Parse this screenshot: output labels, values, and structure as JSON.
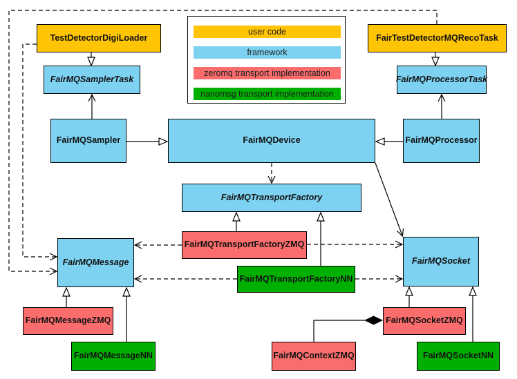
{
  "colors": {
    "user_code": "#FFC505",
    "framework": "#7DD2F2",
    "zeromq": "#FB6D6D",
    "nanomsg": "#00B000",
    "line": "#000000",
    "background": "#FFFFFF"
  },
  "legend": {
    "items": [
      {
        "label": "user code",
        "color_key": "user_code"
      },
      {
        "label": "framework",
        "color_key": "framework"
      },
      {
        "label": "zeromq transport implementation",
        "color_key": "zeromq"
      },
      {
        "label": "nanomsg transport implementation",
        "color_key": "nanomsg"
      }
    ]
  },
  "nodes": {
    "testDetectorDigiLoader": {
      "label": "TestDetectorDigiLoader",
      "category": "user_code",
      "abstract": false
    },
    "fairTestDetectorMQRecoTask": {
      "label": "FairTestDetectorMQRecoTask",
      "category": "user_code",
      "abstract": false
    },
    "fairMQSamplerTask": {
      "label": "FairMQSamplerTask",
      "category": "framework",
      "abstract": true
    },
    "fairMQProcessorTask": {
      "label": "FairMQProcessorTask",
      "category": "framework",
      "abstract": true
    },
    "fairMQSampler": {
      "label": "FairMQSampler",
      "category": "framework",
      "abstract": false
    },
    "fairMQDevice": {
      "label": "FairMQDevice",
      "category": "framework",
      "abstract": false
    },
    "fairMQProcessor": {
      "label": "FairMQProcessor",
      "category": "framework",
      "abstract": false
    },
    "fairMQTransportFactory": {
      "label": "FairMQTransportFactory",
      "category": "framework",
      "abstract": true
    },
    "fairMQTransportFactoryZMQ": {
      "label": "FairMQTransportFactoryZMQ",
      "category": "zeromq",
      "abstract": false
    },
    "fairMQTransportFactoryNN": {
      "label": "FairMQTransportFactoryNN",
      "category": "nanomsg",
      "abstract": false
    },
    "fairMQMessage": {
      "label": "FairMQMessage",
      "category": "framework",
      "abstract": true
    },
    "fairMQSocket": {
      "label": "FairMQSocket",
      "category": "framework",
      "abstract": true
    },
    "fairMQMessageZMQ": {
      "label": "FairMQMessageZMQ",
      "category": "zeromq",
      "abstract": false
    },
    "fairMQMessageNN": {
      "label": "FairMQMessageNN",
      "category": "nanomsg",
      "abstract": false
    },
    "fairMQSocketZMQ": {
      "label": "FairMQSocketZMQ",
      "category": "zeromq",
      "abstract": false
    },
    "fairMQContextZMQ": {
      "label": "FairMQContextZMQ",
      "category": "zeromq",
      "abstract": false
    },
    "fairMQSocketNN": {
      "label": "FairMQSocketNN",
      "category": "nanomsg",
      "abstract": false
    }
  },
  "relationships": [
    {
      "from": "TestDetectorDigiLoader",
      "to": "FairMQSamplerTask",
      "type": "inheritance"
    },
    {
      "from": "FairTestDetectorMQRecoTask",
      "to": "FairMQProcessorTask",
      "type": "inheritance"
    },
    {
      "from": "FairMQSampler",
      "to": "FairMQDevice",
      "type": "inheritance"
    },
    {
      "from": "FairMQProcessor",
      "to": "FairMQDevice",
      "type": "inheritance"
    },
    {
      "from": "FairMQSampler",
      "to": "FairMQSamplerTask",
      "type": "association"
    },
    {
      "from": "FairMQProcessor",
      "to": "FairMQProcessorTask",
      "type": "association"
    },
    {
      "from": "FairMQDevice",
      "to": "FairMQTransportFactory",
      "type": "dependency"
    },
    {
      "from": "FairMQDevice",
      "to": "FairMQSocket",
      "type": "association"
    },
    {
      "from": "FairMQTransportFactoryZMQ",
      "to": "FairMQTransportFactory",
      "type": "inheritance"
    },
    {
      "from": "FairMQTransportFactoryNN",
      "to": "FairMQTransportFactory",
      "type": "inheritance"
    },
    {
      "from": "FairMQTransportFactoryZMQ",
      "to": "FairMQMessage",
      "type": "dependency"
    },
    {
      "from": "FairMQTransportFactoryZMQ",
      "to": "FairMQSocket",
      "type": "dependency"
    },
    {
      "from": "FairMQTransportFactoryNN",
      "to": "FairMQMessage",
      "type": "dependency"
    },
    {
      "from": "FairMQTransportFactoryNN",
      "to": "FairMQSocket",
      "type": "dependency"
    },
    {
      "from": "FairMQMessageZMQ",
      "to": "FairMQMessage",
      "type": "inheritance"
    },
    {
      "from": "FairMQMessageNN",
      "to": "FairMQMessage",
      "type": "inheritance"
    },
    {
      "from": "FairMQSocketZMQ",
      "to": "FairMQSocket",
      "type": "inheritance"
    },
    {
      "from": "FairMQSocketNN",
      "to": "FairMQSocket",
      "type": "inheritance"
    },
    {
      "from": "TestDetectorDigiLoader",
      "to": "FairMQMessage",
      "type": "dependency"
    },
    {
      "from": "FairTestDetectorMQRecoTask",
      "to": "FairMQMessage",
      "type": "dependency"
    },
    {
      "from": "FairMQSocketZMQ",
      "to": "FairMQContextZMQ",
      "type": "composition"
    }
  ]
}
